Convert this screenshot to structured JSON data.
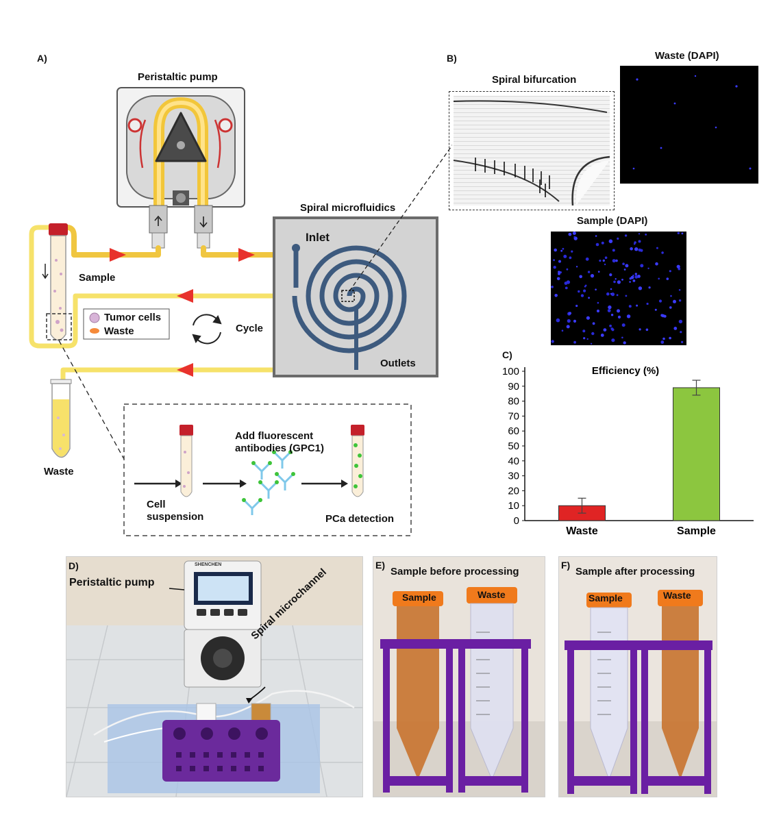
{
  "panel_a": {
    "label": "A)",
    "pump_title": "Peristaltic pump",
    "spiral_title": "Spiral microfluidics",
    "inlet": "Inlet",
    "outlets": "Outlets",
    "sample": "Sample",
    "legend_tumor": "Tumor cells",
    "legend_waste": "Waste",
    "cycle": "Cycle",
    "waste": "Waste",
    "inset_add": "Add fluorescent",
    "inset_add2": "antibodies (GPC1)",
    "inset_cell1": "Cell",
    "inset_cell2": "suspension",
    "inset_pca": "PCa detection"
  },
  "panel_b": {
    "label": "B)",
    "bifurcation": "Spiral bifurcation",
    "waste_dapi": "Waste (DAPI)",
    "sample_dapi": "Sample (DAPI)"
  },
  "panel_c": {
    "label": "C)",
    "chart_data": {
      "type": "bar",
      "title": "Efficiency (%)",
      "categories": [
        "Waste",
        "Sample"
      ],
      "values": [
        10,
        89
      ],
      "errors": [
        5,
        5
      ],
      "colors": [
        "#e02424",
        "#8cc63f"
      ],
      "ylim": [
        0,
        100
      ],
      "yticks": [
        0,
        10,
        20,
        30,
        40,
        50,
        60,
        70,
        80,
        90,
        100
      ],
      "xlabel": "",
      "ylabel": ""
    }
  },
  "panel_d": {
    "label": "D)",
    "pump": "Peristaltic pump",
    "channel": "Spiral microchannel",
    "brand": "SHENCHEN"
  },
  "panel_e": {
    "label": "E)",
    "title": "Sample before processing",
    "cap1": "Sample",
    "cap2": "Waste"
  },
  "panel_f": {
    "label": "F)",
    "title": "Sample after processing",
    "cap1": "Sample",
    "cap2": "Waste"
  }
}
